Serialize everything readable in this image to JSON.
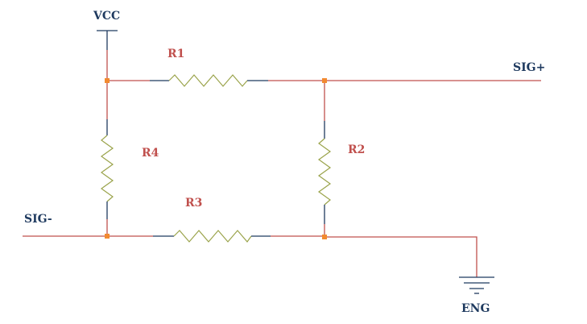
{
  "diagram": {
    "labels": {
      "vcc": "VCC",
      "sig_plus": "SIG+",
      "sig_minus": "SIG-",
      "eng": "ENG",
      "r1": "R1",
      "r2": "R2",
      "r3": "R3",
      "r4": "R4"
    },
    "colors": {
      "wire": "#c0504d",
      "lead": "#1f3a5f",
      "resistor": "#9aa34a",
      "node": "#f28a30",
      "label_blue": "#1f3a5f",
      "label_red": "#c0504d"
    }
  }
}
